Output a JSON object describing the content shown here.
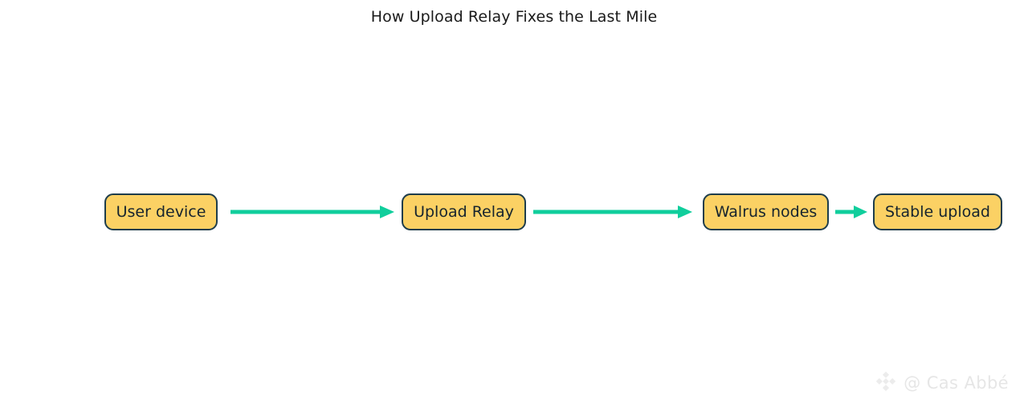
{
  "title": "How Upload Relay Fixes the Last Mile",
  "colors": {
    "node_fill": "#fbd164",
    "node_border": "#1e3d4c",
    "node_text": "#16242e",
    "arrow": "#10ce9c",
    "title_text": "#1a1a1a",
    "background": "#ffffff",
    "watermark_text": "#e6e6e6"
  },
  "diagram": {
    "type": "flowchart",
    "direction": "left-to-right",
    "nodes": [
      {
        "id": "user-device",
        "label": "User device"
      },
      {
        "id": "upload-relay",
        "label": "Upload Relay"
      },
      {
        "id": "walrus-nodes",
        "label": "Walrus nodes"
      },
      {
        "id": "stable-upload",
        "label": "Stable upload"
      }
    ],
    "edges": [
      {
        "id": "edge-1",
        "from": "user-device",
        "to": "upload-relay",
        "label": ""
      },
      {
        "id": "edge-2",
        "from": "upload-relay",
        "to": "walrus-nodes",
        "label": ""
      },
      {
        "id": "edge-3",
        "from": "walrus-nodes",
        "to": "stable-upload",
        "label": ""
      }
    ]
  },
  "watermark": {
    "handle": "@ Cas Abbé",
    "logo_icon": "diamond-logo-icon"
  }
}
